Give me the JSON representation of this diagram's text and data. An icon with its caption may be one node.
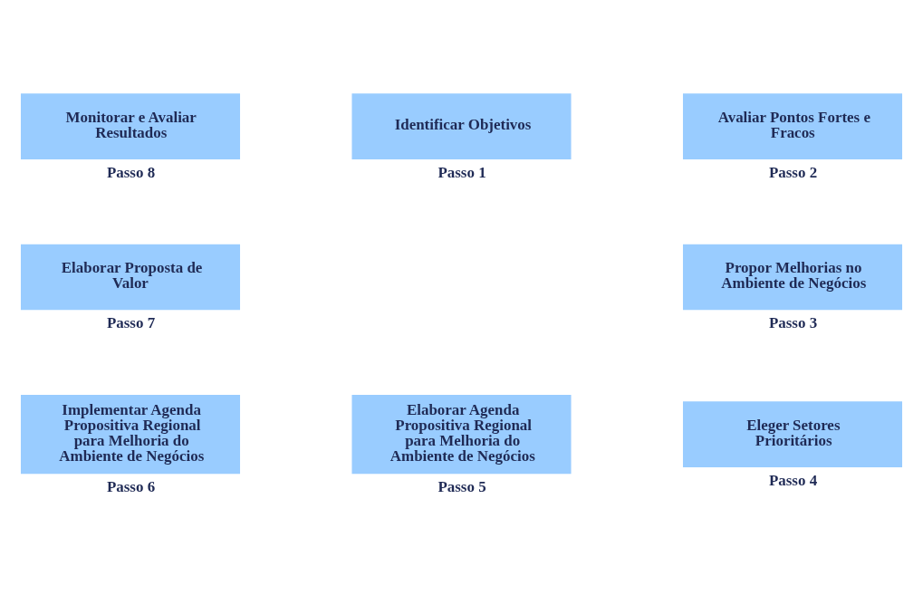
{
  "diagram": {
    "nodes": [
      {
        "text": [
          "Identificar Objetivos"
        ],
        "beside": [
          "Passo 1"
        ]
      },
      {
        "text": [
          "Avaliar Pontos Fortes e Fracos"
        ],
        "beside": [
          "Passo 2"
        ]
      },
      {
        "text": [
          "Propor Melhorias no Ambiente de Negócios"
        ],
        "beside": [
          "Passo 3"
        ]
      },
      {
        "text": [
          "Eleger Setores Prioritários"
        ],
        "beside": [
          "Passo 4"
        ]
      },
      {
        "text": [
          "Elaborar Agenda Propositiva Regional para Melhoria do Ambiente de Negócios"
        ],
        "beside": [
          "Passo 5"
        ]
      },
      {
        "text": [
          "Implementar Agenda Propositiva Regional para Melhoria do Ambiente de Negócios"
        ],
        "beside": [
          "Passo 6"
        ]
      },
      {
        "text": [
          "Elaborar Proposta de Valor"
        ],
        "beside": [
          "Passo 7"
        ]
      },
      {
        "text": [
          "Monitorar e Avaliar Resultados"
        ],
        "beside": [
          "Passo 8"
        ]
      }
    ],
    "edges": []
  }
}
